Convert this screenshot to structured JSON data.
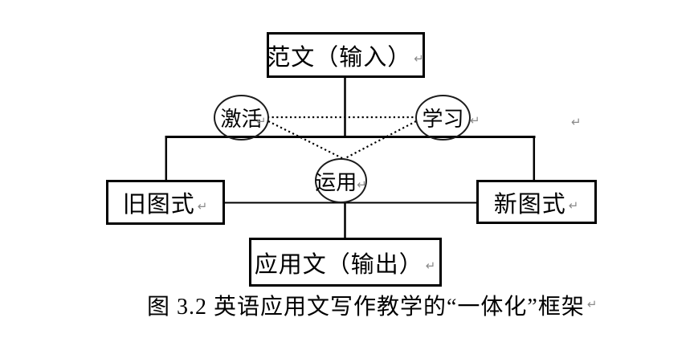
{
  "figure": {
    "caption": "图 3.2  英语应用文写作教学的“一体化”框架",
    "return_mark": "↵",
    "nodes": {
      "model_text": {
        "label": "范文（输入）"
      },
      "activate": {
        "label": "激活"
      },
      "learn": {
        "label": "学习"
      },
      "apply": {
        "label": "运用"
      },
      "old_schema": {
        "label": "旧图式"
      },
      "new_schema": {
        "label": "新图式"
      },
      "output_text": {
        "label": "应用文（输出）"
      }
    },
    "edges": [
      {
        "from": "范文（输入）",
        "to": "旧图式",
        "style": "solid"
      },
      {
        "from": "范文（输入）",
        "to": "新图式",
        "style": "solid"
      },
      {
        "from": "旧图式",
        "to": "运用",
        "style": "solid"
      },
      {
        "from": "运用",
        "to": "新图式",
        "style": "solid"
      },
      {
        "from": "运用",
        "to": "应用文（输出）",
        "style": "solid"
      },
      {
        "from": "激活",
        "to": "学习",
        "style": "dotted"
      },
      {
        "from": "激活",
        "to": "运用",
        "style": "dotted"
      },
      {
        "from": "学习",
        "to": "运用",
        "style": "dotted"
      }
    ],
    "colors": {
      "line": "#000000",
      "return_mark": "#8a8a8a",
      "background": "#ffffff"
    }
  }
}
